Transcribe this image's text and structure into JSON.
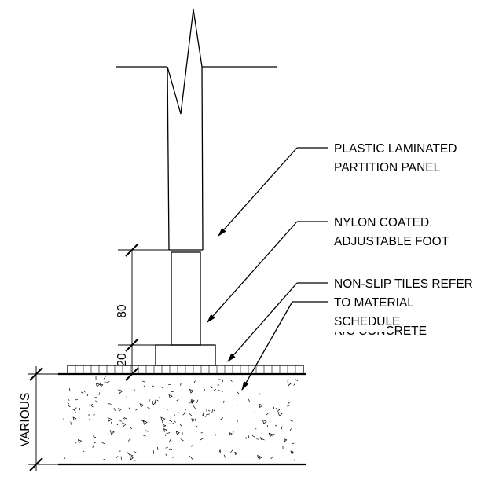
{
  "labels": {
    "panel_line1": "PLASTIC LAMINATED",
    "panel_line2": "PARTITION PANEL",
    "foot_line1": "NYLON COATED",
    "foot_line2": "ADJUSTABLE FOOT",
    "tiles_line1": "NON-SLIP TILES REFER",
    "tiles_line2": "TO MATERIAL",
    "tiles_line3": "SCHEDULE",
    "concrete": "R/C CONCRETE"
  },
  "dimensions": {
    "foot_height": "80",
    "base_height": "20",
    "slab_depth": "VARIOUS"
  }
}
